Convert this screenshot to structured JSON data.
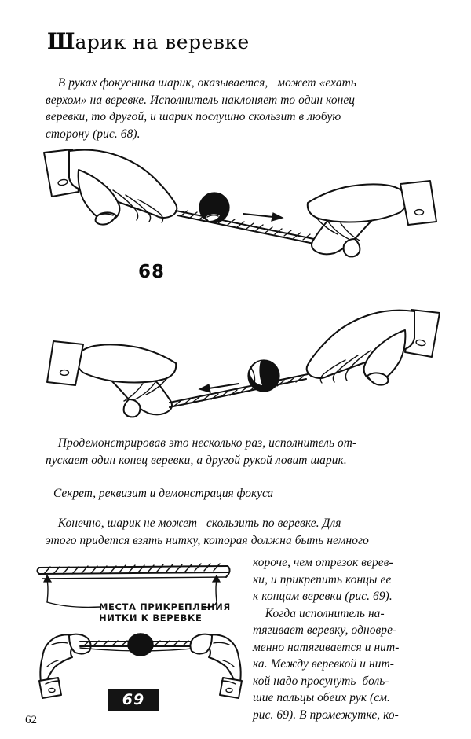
{
  "page": {
    "folio": "62",
    "title_dropcap": "Ш",
    "title_rest": "арик на веревке"
  },
  "paragraphs": {
    "intro": [
      "    В руках фокусника шарик, оказывается,   может «ехать",
      "верхом» на веревке. Исполнитель наклоняет то один конец",
      "веревки, то другой, и шарик послушно скользит в любую",
      "сторону (рис. 68)."
    ],
    "demo": [
      "    Продемонстрировав это несколько раз, исполнитель от-",
      "пускает один конец веревки, а другой рукой ловит шарик."
    ],
    "subheading": "Секрет, реквизит и демонстрация фокуса",
    "secret_left": [
      "    Конечно, шарик не может   скользить по веревке. Для",
      "этого придется взять нитку, которая должна быть немного"
    ],
    "secret_right": [
      "короче, чем отрезок верев-",
      "ки, и прикрепить концы ее",
      "к концам веревки (рис. 69).",
      "    Когда исполнитель на-",
      "тягивает веревку, одновре-",
      "менно натягивается и нит-",
      "ка. Между веревкой и нит-",
      "кой надо просунуть  боль-",
      "шие пальцы обеих рук (см.",
      "рис. 69). В промежутке, ко-"
    ]
  },
  "figures": {
    "fig68": {
      "caption": "68",
      "description": "two-hands-holding-rope-with-ball-arrow-right"
    },
    "fig_middle": {
      "description": "two-hands-holding-rope-with-ball-arrow-left"
    },
    "fig69a": {
      "label_line1": "МЕСТА  ПРИКРЕПЛЕНИЯ",
      "label_line2": "НИТКИ К ВЕРЕВКЕ",
      "description": "rope-with-thread-and-attachment-arrows"
    },
    "fig69b": {
      "caption": "69",
      "description": "two-hands-stretching-rope-with-thread-and-ball"
    }
  },
  "colors": {
    "ink": "#111111",
    "paper": "#ffffff",
    "caption_box": "#141414"
  }
}
